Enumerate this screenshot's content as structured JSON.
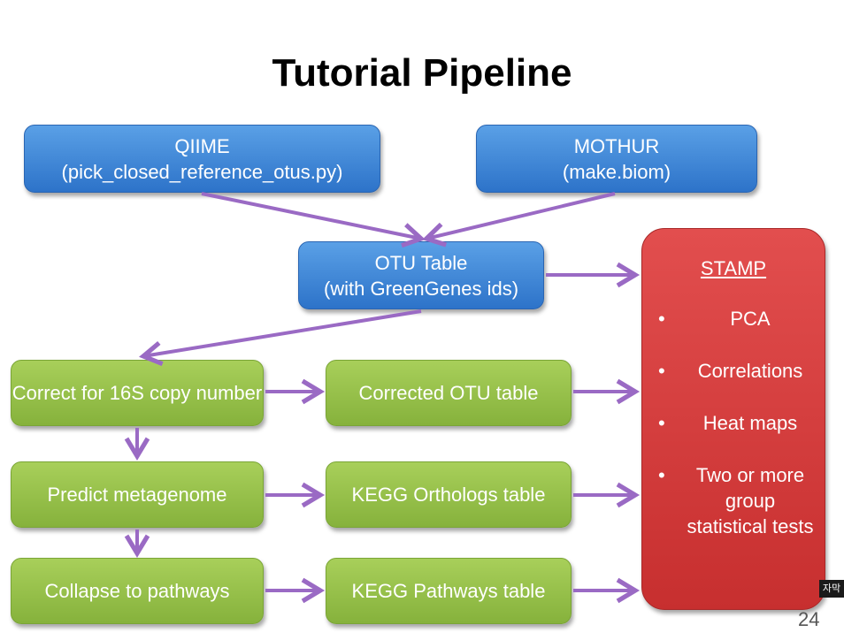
{
  "title": "Tutorial Pipeline",
  "qiime": {
    "line1": "QIIME",
    "line2": "(pick_closed_reference_otus.py)"
  },
  "mothur": {
    "line1": "MOTHUR",
    "line2": "(make.biom)"
  },
  "otu_table": {
    "line1": "OTU Table",
    "line2": "(with GreenGenes ids)"
  },
  "steps": [
    {
      "label": "Correct for 16S copy number",
      "output": "Corrected OTU table"
    },
    {
      "label": "Predict metagenome",
      "output": "KEGG Orthologs table"
    },
    {
      "label": "Collapse to pathways",
      "output": "KEGG Pathways table"
    }
  ],
  "stamp": {
    "title": "STAMP",
    "bullet": "•",
    "items": [
      "PCA",
      "Correlations",
      "Heat maps",
      "Two or more group statistical tests"
    ]
  },
  "page_number": "24",
  "caption_badge": "자막",
  "colors": {
    "blue_box": "#3b82d6",
    "green_box": "#93bf47",
    "red_box": "#d63b3b",
    "arrow": "#9a6ac4"
  }
}
